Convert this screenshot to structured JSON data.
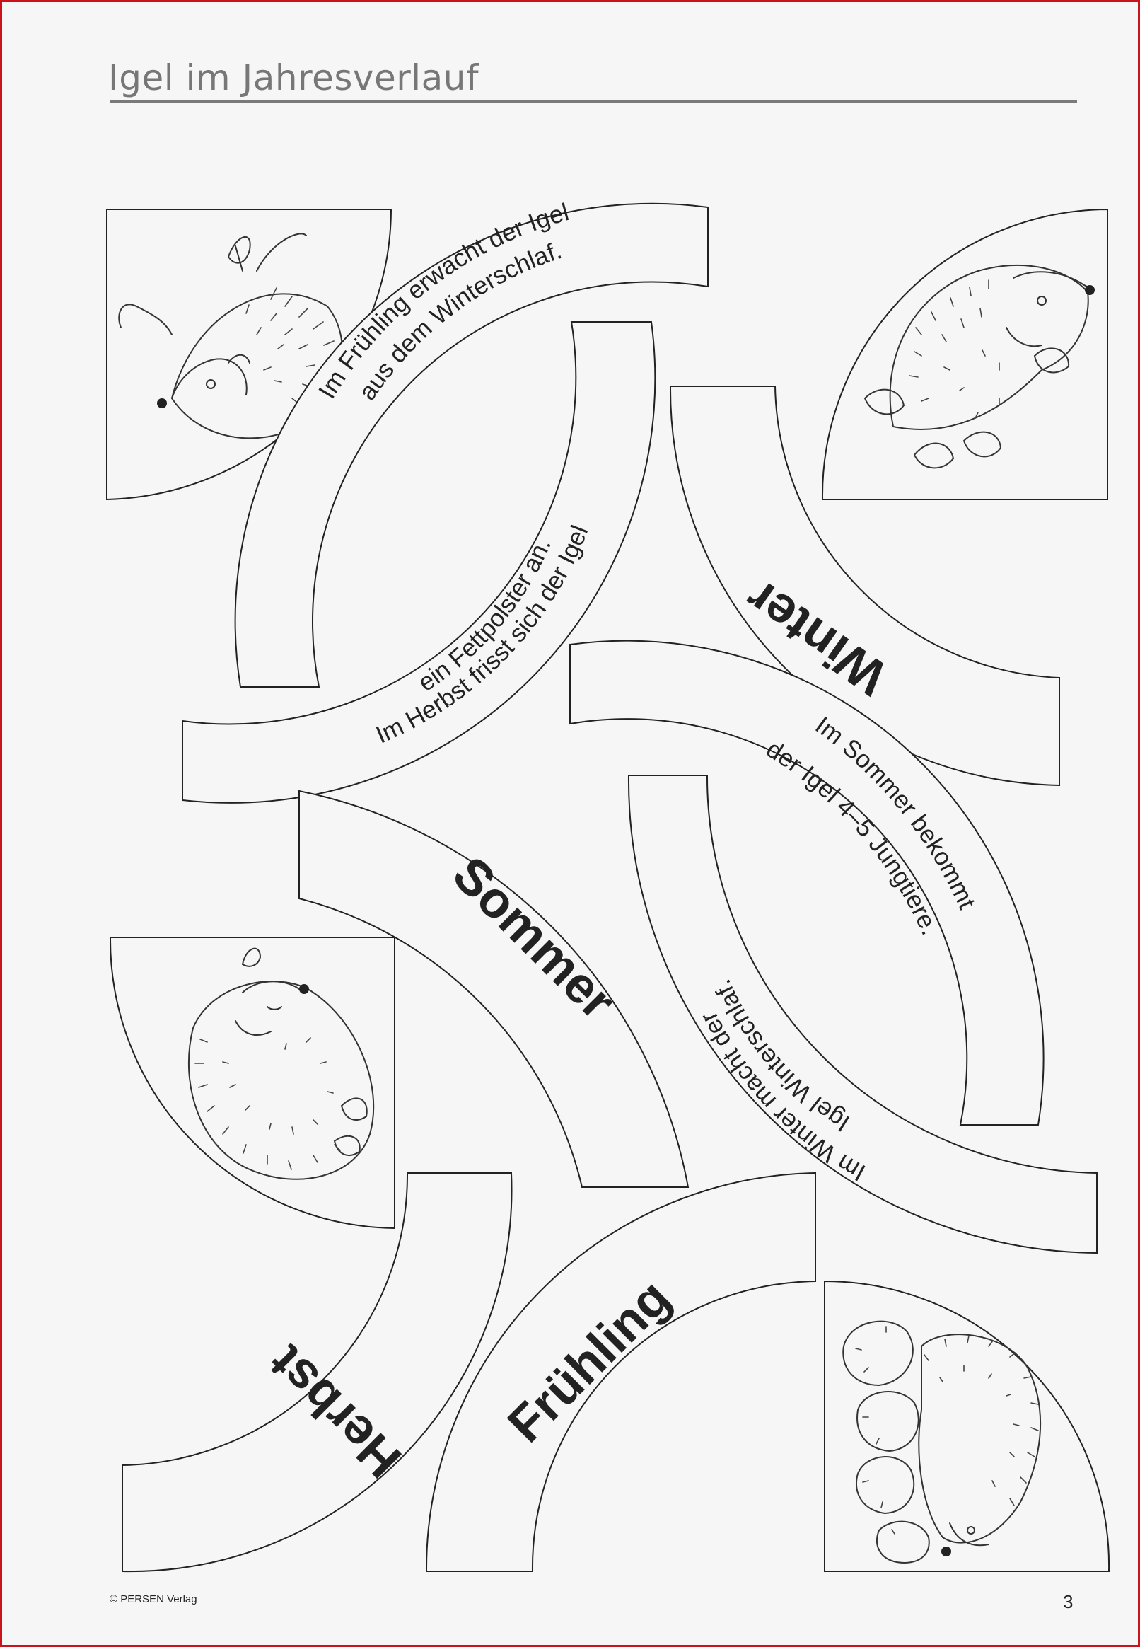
{
  "header": {
    "title": "Igel im Jahresverlauf"
  },
  "seasons": {
    "winter": "Winter",
    "sommer": "Sommer",
    "herbst": "Herbst",
    "fruehling": "Frühling"
  },
  "sentences": {
    "fruehling_line1": "Im Frühling erwacht der Igel",
    "fruehling_line2": "aus dem Winterschlaf.",
    "herbst_line1": "Im Herbst frisst sich der Igel",
    "herbst_line2": "ein Fettpolster an.",
    "sommer_line1": "Im Sommer bekommt",
    "sommer_line2": "der Igel 4–5 Jungtiere.",
    "winter_line1": "Im Winter macht der",
    "winter_line2": "Igel Winterschlaf."
  },
  "illustrations": [
    "hedgehog-with-mouse-icon",
    "hedgehog-in-leaves-icon",
    "sleeping-hedgehog-icon",
    "hedgehog-family-icon"
  ],
  "footer": {
    "publisher": "© PERSEN Verlag",
    "page_number": "3"
  },
  "colors": {
    "page_border": "#c8151b",
    "title": "#777777",
    "ink": "#222222"
  }
}
